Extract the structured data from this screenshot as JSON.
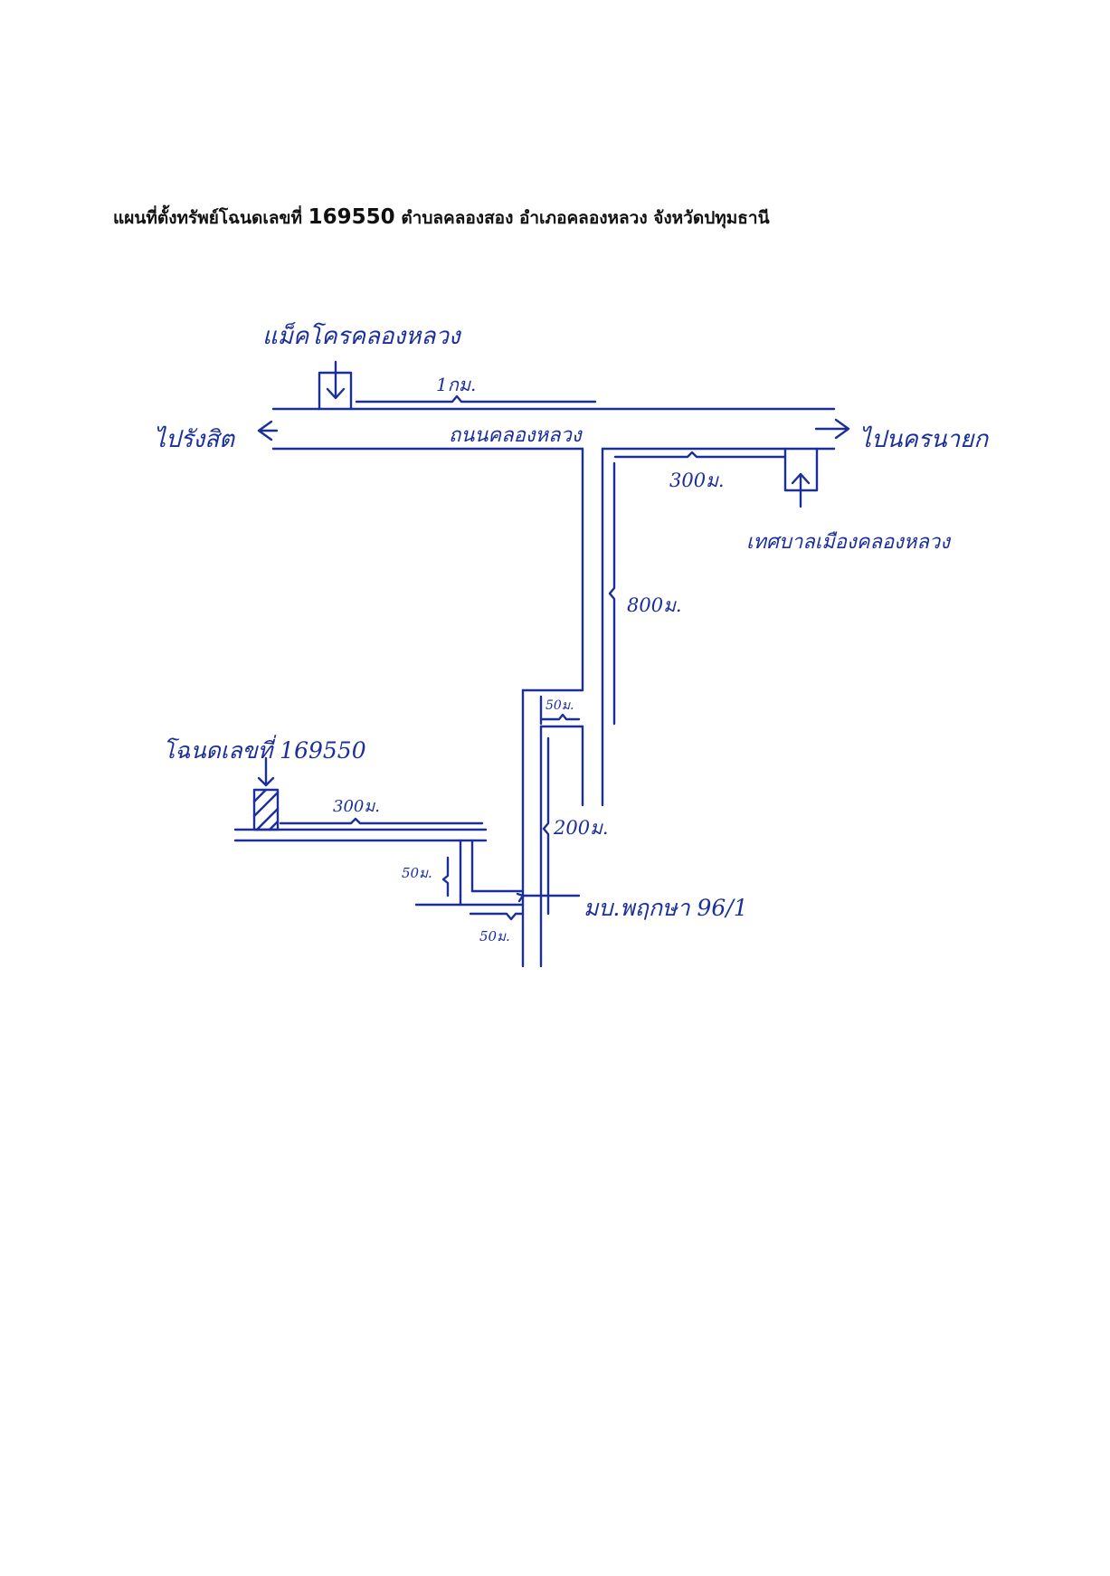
{
  "title": {
    "prefix": "แผนที่ตั้งทรัพย์โฉนดเลขที่",
    "deed_number": "169550",
    "suffix": "ตำบลคลองสอง อำเภอคลองหลวง จังหวัดปทุมธานี"
  },
  "labels": {
    "makro": "แม็คโครคลองหลวง",
    "dist_1km": "1กม.",
    "to_rangsit": "ไปรังสิต",
    "to_nakhon_nayok": "ไปนครนายก",
    "road_name": "ถนนคลองหลวง",
    "dist_300m_top": "300ม.",
    "municipality": "เทศบาลเมืองคลองหลวง",
    "dist_800m": "800ม.",
    "dist_50m_upper": "50ม.",
    "deed_label": "โฉนดเลขที่ 169550",
    "dist_300m_bottom": "300ม.",
    "dist_200m": "200ม.",
    "dist_50m_left": "50ม.",
    "village": "มบ.พฤกษา 96/1",
    "dist_50m_lower": "50ม."
  },
  "colors": {
    "ink": "#1a2f9c",
    "title": "#111111"
  }
}
